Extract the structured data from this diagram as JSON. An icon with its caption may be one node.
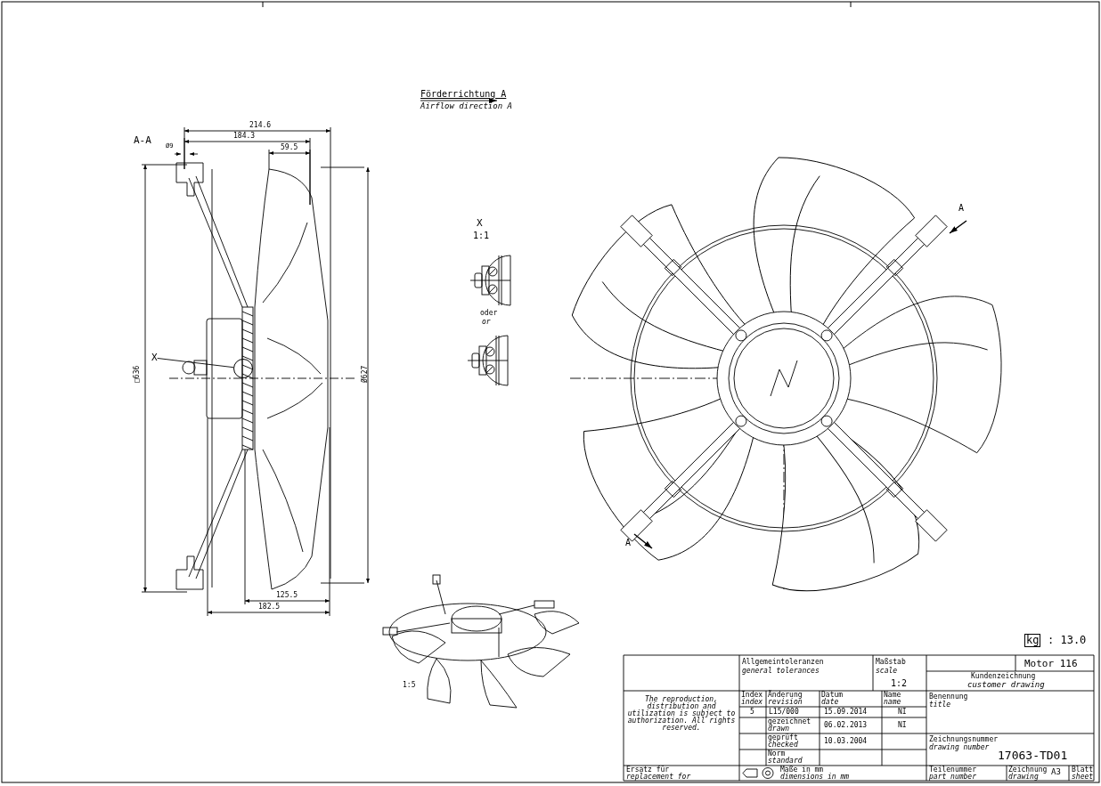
{
  "diagram": {
    "nodes": [
      {
        "text": [
          "X"
        ]
      },
      {
        "text": [],
        "shape": "circle"
      }
    ],
    "edges": [
      {
        "from": 0,
        "to": 1,
        "arrow": "none"
      }
    ],
    "labels": [
      "Förderrichtung A",
      "Airflow direction A",
      "A-A",
      "214.6",
      "184.3",
      "Ø9",
      "59.5",
      "□636",
      "Ø627",
      "125.5",
      "182.5",
      "X",
      "1:1",
      "oder",
      "or",
      "A",
      "A",
      "1:5",
      "kg",
      ": 13.0",
      "Allgemeintoleranzen",
      "general tolerances",
      "Maßstab",
      "scale",
      "1:2",
      "Motor 116",
      "Kundenzeichnung",
      "customer drawing",
      "The reproduction, distribution and utilization is subject to authorization. All rights reserved.",
      "Index",
      "index",
      "Änderung",
      "revision",
      "Datum",
      "date",
      "Name",
      "name",
      "Benennung",
      "title",
      "5",
      "L15/000",
      "15.09.2014",
      "NI",
      "gezeichnet",
      "drawn",
      "06.02.2013",
      "NI",
      "geprüft",
      "checked",
      "10.03.2004",
      "Norm",
      "standard",
      "Zeichnungsnummer",
      "drawing number",
      "17063-TD01",
      "Ersatz für",
      "replacement for",
      "Maße in mm",
      "dimensions in mm",
      "Teilenummer",
      "part number",
      "Zeichnung",
      "drawing",
      "A3",
      "Blatt",
      "sheet"
    ]
  }
}
